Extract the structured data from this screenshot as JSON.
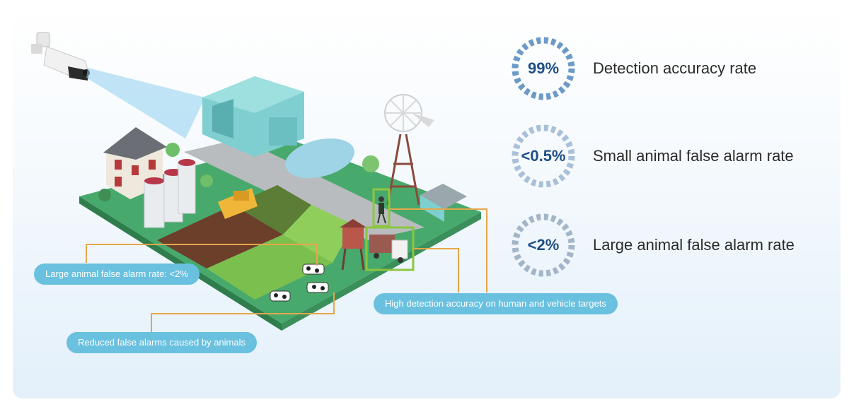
{
  "stats": [
    {
      "value": "99%",
      "label": "Detection accuracy rate",
      "ring_color": "#6b9ac7"
    },
    {
      "value": "<0.5%",
      "label": "Small animal false alarm rate",
      "ring_color": "#a9c0d8"
    },
    {
      "value": "<2%",
      "label": "Large animal false alarm rate",
      "ring_color": "#a3b5c8"
    }
  ],
  "callouts": {
    "large_animal": "Large animal false alarm rate: <2%",
    "reduced_false": "Reduced false alarms caused by animals",
    "high_detection": "High detection accuracy on human and vehicle targets"
  },
  "colors": {
    "callout_bg": "#69c0df",
    "leader_line": "#e7a64a",
    "detect_box": "#8cc63f",
    "grass": "#4fb672",
    "stat_value": "#1d4f86"
  }
}
